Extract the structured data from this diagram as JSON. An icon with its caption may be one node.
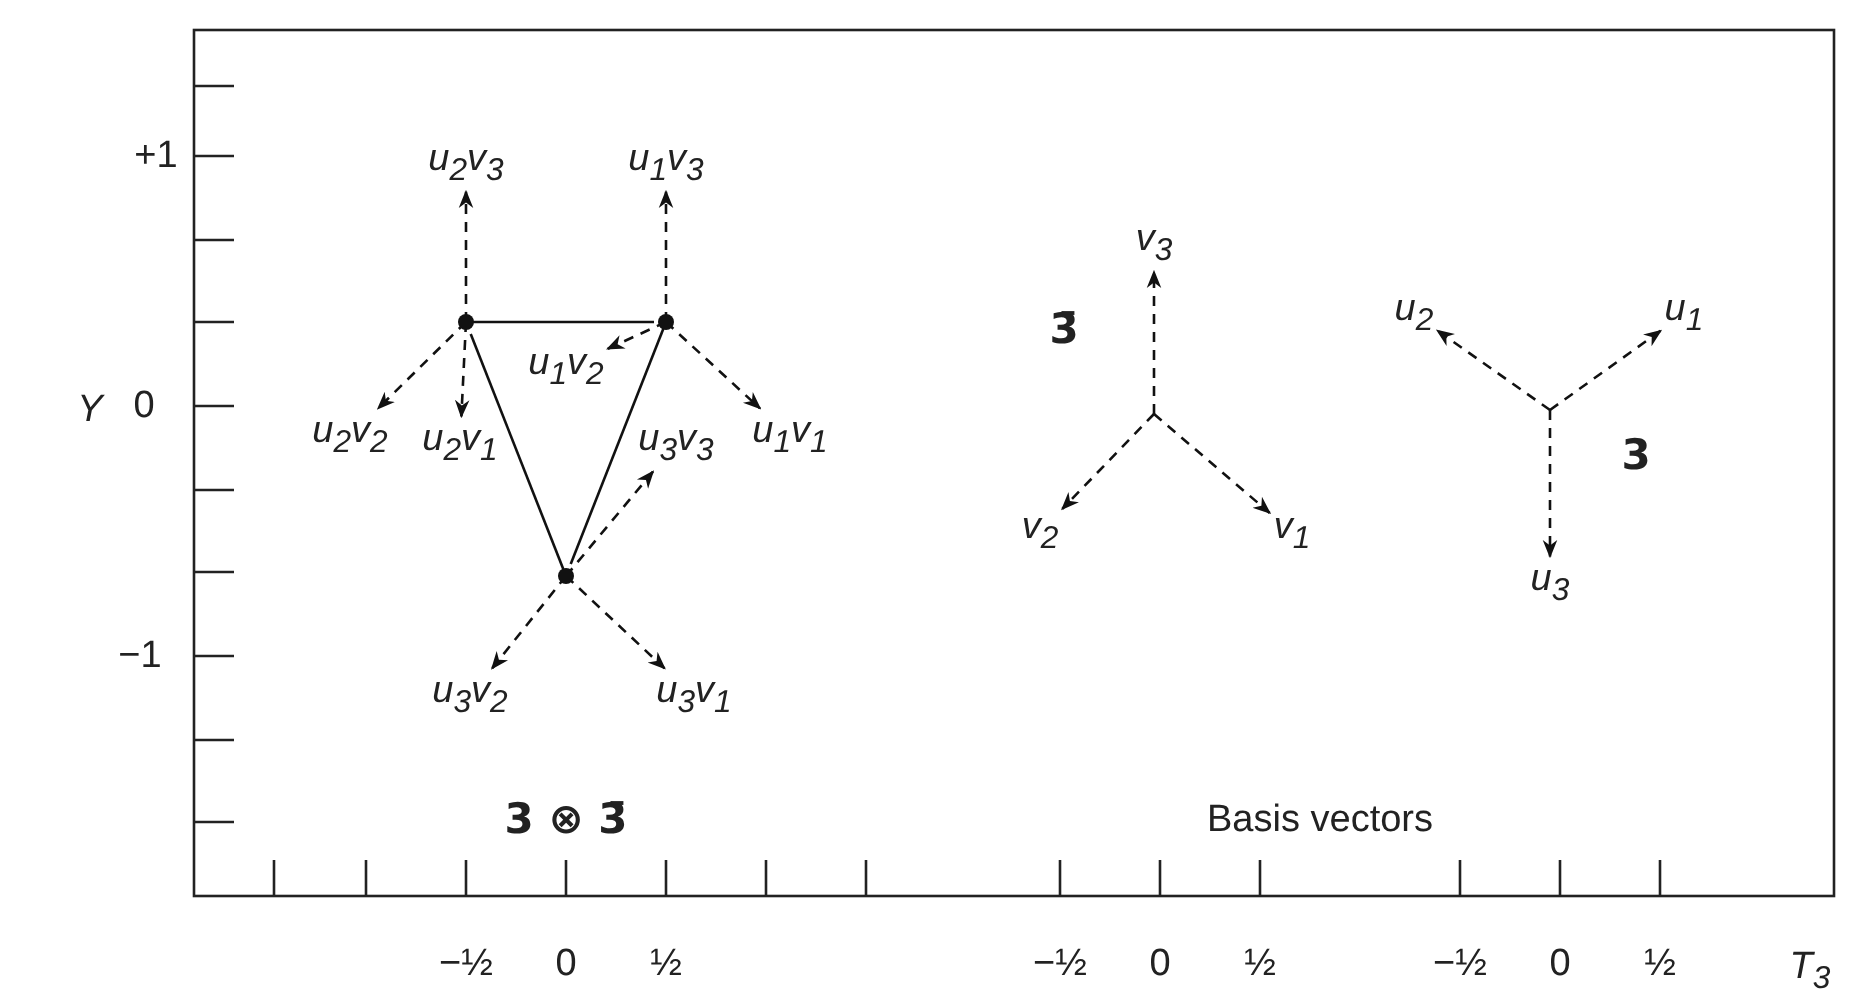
{
  "diagram": {
    "nodes": [
      {
        "text": [],
        "shape": "circle"
      },
      {
        "text": [],
        "shape": "circle"
      },
      {
        "text": [],
        "shape": "circle"
      },
      {
        "text": [
          "u$_{2}$v$_{3}$"
        ]
      },
      {
        "text": [
          "u$_{1}$v$_{3}$"
        ]
      },
      {
        "text": [
          "u$_{1}$v$_{2}$"
        ]
      },
      {
        "text": [
          "u$_{2}$v$_{2}$"
        ]
      },
      {
        "text": [
          "u$_{2}$v$_{1}$"
        ]
      },
      {
        "text": [
          "u$_{3}$v$_{3}$"
        ]
      },
      {
        "text": [
          "u$_{1}$v$_{1}$"
        ]
      },
      {
        "text": [
          "u$_{3}$v$_{2}$"
        ]
      },
      {
        "text": [
          "u$_{3}$v$_{1}$"
        ]
      },
      {
        "text": [
          "v$_{3}$"
        ]
      },
      {
        "text": [
          "u$_{2}$"
        ]
      },
      {
        "text": [
          "u$_{1}$"
        ]
      },
      {
        "text": [
          "v$_{2}$"
        ]
      },
      {
        "text": [
          "v$_{1}$"
        ]
      },
      {
        "text": [
          "u$_{3}$"
        ]
      }
    ],
    "edges": [
      {
        "from": 0,
        "to": 1,
        "arrow": "none"
      },
      {
        "from": 1,
        "to": 2,
        "arrow": "none"
      },
      {
        "from": 2,
        "to": 0,
        "arrow": "none"
      },
      {
        "from": 0,
        "to": 3,
        "arrow": "to",
        "style": "dashed"
      },
      {
        "from": 0,
        "to": 6,
        "arrow": "to",
        "style": "dashed"
      },
      {
        "from": 0,
        "to": 7,
        "arrow": "to",
        "style": "dashed"
      },
      {
        "from": 1,
        "to": 4,
        "arrow": "to",
        "style": "dashed"
      },
      {
        "from": 1,
        "to": 9,
        "arrow": "to",
        "style": "dashed"
      },
      {
        "from": 1,
        "to": 5,
        "arrow": "to",
        "style": "dashed"
      },
      {
        "from": 2,
        "to": 10,
        "arrow": "to",
        "style": "dashed"
      },
      {
        "from": 2,
        "to": 11,
        "arrow": "to",
        "style": "dashed"
      },
      {
        "from": 2,
        "to": 8,
        "arrow": "to",
        "style": "dashed"
      },
      {
        "from": null,
        "to": 12,
        "arrow": "to",
        "style": "dashed"
      },
      {
        "from": null,
        "to": 15,
        "arrow": "to",
        "style": "dashed"
      },
      {
        "from": null,
        "to": 16,
        "arrow": "to",
        "style": "dashed"
      },
      {
        "from": null,
        "to": 13,
        "arrow": "to",
        "style": "dashed"
      },
      {
        "from": null,
        "to": 14,
        "arrow": "to",
        "style": "dashed"
      },
      {
        "from": null,
        "to": 17,
        "arrow": "to",
        "style": "dashed"
      }
    ],
    "labels": [
      "+1",
      "Y",
      "0",
      "−1",
      "3̄",
      "3",
      "3 ⊗ 3̄",
      "Basis vectors",
      "−½",
      "0",
      "½",
      "−½",
      "0",
      "½",
      "−½",
      "0",
      "½",
      "T$_{3}$"
    ]
  }
}
